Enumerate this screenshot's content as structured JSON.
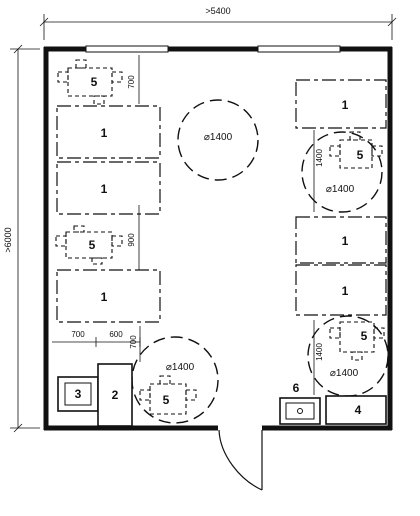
{
  "dimensions": {
    "width": ">5400",
    "height": ">6000",
    "gap_top_left": "700",
    "gap_left_middle": "900",
    "gap_right_top": "1400",
    "gap_right_bottom": "1400",
    "bottom_left_a": "700",
    "bottom_left_b": "600",
    "bottom_left_c": "700"
  },
  "circles": {
    "center_top": "⌀1400",
    "right_top": "⌀1400",
    "right_bottom": "⌀1400",
    "bottom_center": "⌀1400"
  },
  "rooms": {
    "bed": "1",
    "wardrobe": "2",
    "table": "3",
    "cabinet": "4",
    "seating": "5",
    "sink": "6"
  }
}
